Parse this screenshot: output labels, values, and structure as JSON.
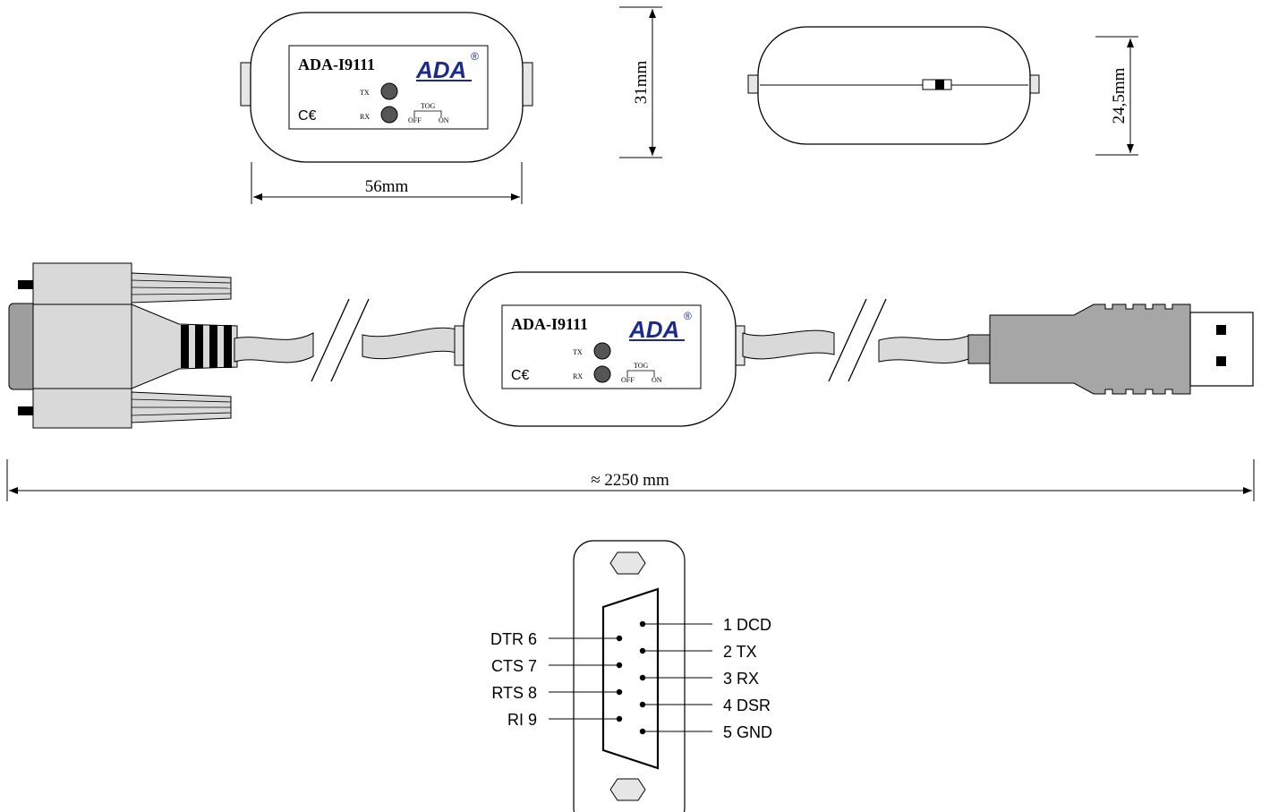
{
  "device": {
    "model": "ADA-I9111",
    "brand": "ADA",
    "registered": "®",
    "ce_mark": "C€",
    "tx_label": "TX",
    "rx_label": "RX",
    "tog_label": "TOG",
    "off_label": "OFF",
    "on_label": "ON"
  },
  "dimensions": {
    "width": "56mm",
    "height": "31mm",
    "depth": "24,5mm",
    "cable_length": "≈ 2250 mm"
  },
  "db9": {
    "left_pins": [
      "DTR 6",
      "CTS 7",
      "RTS 8",
      "RI 9"
    ],
    "right_pins": [
      "1 DCD",
      "2 TX",
      "3 RX",
      "4 DSR",
      "5 GND"
    ]
  },
  "colors": {
    "line": "#000000",
    "brand_blue": "#1b2a8c",
    "connector_gray": "#d9d9d9",
    "usb_gray": "#a6a6a6",
    "led_gray": "#555555"
  }
}
